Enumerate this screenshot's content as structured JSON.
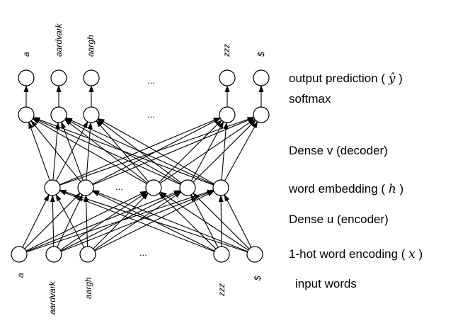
{
  "labels": {
    "output_prediction_prefix": "output prediction (",
    "output_prediction_symbol": "ŷ",
    "output_prediction_suffix": ")",
    "softmax": "softmax",
    "dense_v": "Dense v (decoder)",
    "word_embedding_prefix": "word embedding (",
    "word_embedding_symbol": "h",
    "word_embedding_suffix": ")",
    "dense_u": "Dense u (encoder)",
    "one_hot_prefix": "1-hot word encoding (",
    "one_hot_symbol": "x",
    "one_hot_suffix": ")",
    "input_words": "input words"
  },
  "output_words": [
    "a",
    "aardvark",
    "aargh",
    "zzz",
    "$"
  ],
  "input_words": [
    "a",
    "aardvark",
    "aargh",
    "zzz",
    "$"
  ],
  "ellipsis": "..."
}
